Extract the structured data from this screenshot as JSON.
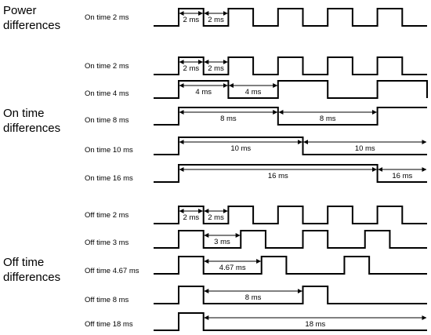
{
  "groups": [
    {
      "label": "Power\ndifferences"
    },
    {
      "label": "On time\ndifferences"
    },
    {
      "label": "Off time\ndifferences"
    }
  ],
  "rows": [
    {
      "label": "On time 2 ms",
      "on_ms": 2,
      "off_ms": 2,
      "dims": [
        "2 ms",
        "2 ms"
      ]
    },
    {
      "label": "On time 2 ms",
      "on_ms": 2,
      "off_ms": 2,
      "dims": [
        "2 ms",
        "2 ms"
      ]
    },
    {
      "label": "On time 4 ms",
      "on_ms": 4,
      "off_ms": 4,
      "dims": [
        "4 ms",
        "4 ms"
      ]
    },
    {
      "label": "On time 8 ms",
      "on_ms": 8,
      "off_ms": 8,
      "dims": [
        "8 ms",
        "8 ms"
      ]
    },
    {
      "label": "On time 10 ms",
      "on_ms": 10,
      "off_ms": 10,
      "dims": [
        "10 ms",
        "10 ms"
      ]
    },
    {
      "label": "On time 16 ms",
      "on_ms": 16,
      "off_ms": 16,
      "dims": [
        "16 ms",
        "16 ms"
      ]
    },
    {
      "label": "Off time 2 ms",
      "on_ms": 2,
      "off_ms": 2,
      "dims": [
        "2 ms",
        "2 ms"
      ]
    },
    {
      "label": "Off time 3 ms",
      "on_ms": 2,
      "off_ms": 3,
      "dims": [
        "3 ms"
      ]
    },
    {
      "label": "Off time 4.67 ms",
      "on_ms": 2,
      "off_ms": 4.67,
      "dims": [
        "4.67 ms"
      ]
    },
    {
      "label": "Off time 8 ms",
      "on_ms": 2,
      "off_ms": 8,
      "dims": [
        "8 ms"
      ]
    },
    {
      "label": "Off time 18 ms",
      "on_ms": 2,
      "off_ms": 18,
      "dims": [
        "18 ms"
      ]
    }
  ]
}
